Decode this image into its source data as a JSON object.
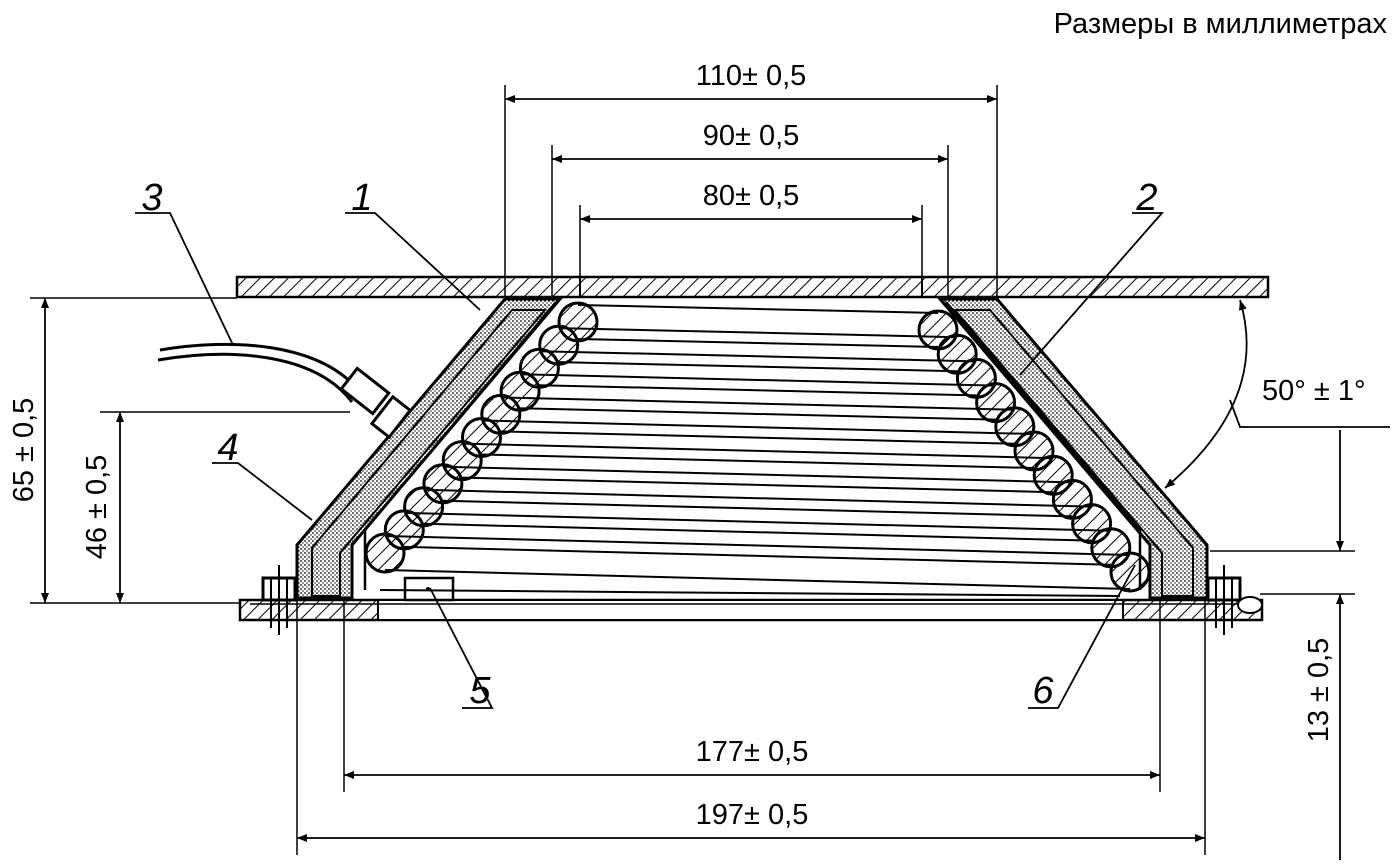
{
  "units_note": "Размеры в миллиметрах",
  "dimensions": {
    "top_110": "110± 0,5",
    "top_90": "90± 0,5",
    "top_80": "80± 0,5",
    "bottom_177": "177± 0,5",
    "bottom_197": "197± 0,5",
    "height_65": "65 ± 0,5",
    "height_46": "46 ± 0,5",
    "height_13": "13 ± 0,5",
    "angle_50": "50° ± 1°"
  },
  "callouts": [
    "1",
    "2",
    "3",
    "4",
    "5",
    "6"
  ]
}
